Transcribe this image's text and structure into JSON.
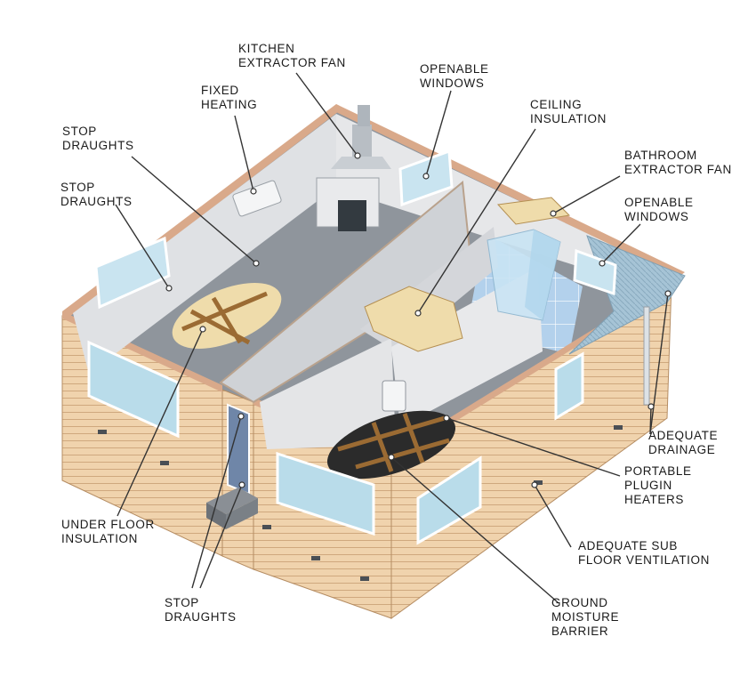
{
  "labels": {
    "kitchen_fan": [
      "KITCHEN",
      "EXTRACTOR FAN"
    ],
    "fixed_heating": [
      "FIXED",
      "HEATING"
    ],
    "windows_top": [
      "OPENABLE",
      "WINDOWS"
    ],
    "ceiling_insulation": [
      "CEILING",
      "INSULATION"
    ],
    "bathroom_fan": [
      "BATHROOM",
      "EXTRACTOR FAN"
    ],
    "windows_right": [
      "OPENABLE",
      "WINDOWS"
    ],
    "draughts_1": [
      "STOP",
      "DRAUGHTS"
    ],
    "draughts_2": [
      "STOP",
      "DRAUGHTS"
    ],
    "drainage": [
      "ADEQUATE",
      "DRAINAGE"
    ],
    "heaters": [
      "PORTABLE",
      "PLUGIN",
      "HEATERS"
    ],
    "underfloor": [
      "UNDER FLOOR",
      "INSULATION"
    ],
    "ventilation": [
      "ADEQUATE SUB",
      "FLOOR VENTILATION"
    ],
    "moisture": [
      "GROUND",
      "MOISTURE",
      "BARRIER"
    ],
    "draughts_3": [
      "STOP",
      "DRAUGHTS"
    ]
  },
  "colors": {
    "cladding": "#f0d3ad",
    "cladding_line": "#c9a47a",
    "floor": "#8f959c",
    "wall": "#e2e3e5",
    "wall_top": "#d9a98a",
    "glass": "#b9dcea",
    "insulation": "#efdcab",
    "joist": "#9b6b33",
    "barrier": "#2b2b2b",
    "tile": "#a9c9e6",
    "leader": "#333333"
  }
}
